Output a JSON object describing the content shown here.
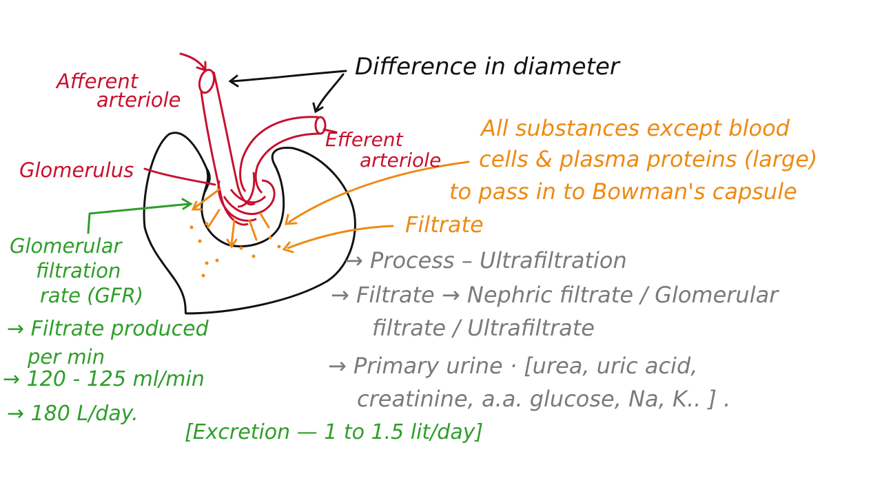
{
  "labels": {
    "difference_in_diameter": "Difference in diameter",
    "afferent_line1": "Afferent",
    "afferent_line2": "arteriole",
    "efferent_line1": "Efferent",
    "efferent_line2": "arteriole",
    "glomerulus": "Glomerulus",
    "all_substances_line1": "All substances except blood",
    "all_substances_line2": "cells & plasma proteins (large)",
    "all_substances_line3": "to pass in to Bowman's capsule",
    "filtrate": "Filtrate",
    "gfr_line1": "Glomerular",
    "gfr_line2": "filtration",
    "gfr_line3": "rate (GFR)",
    "filtrate_produced_line1": "→ Filtrate produced",
    "filtrate_produced_line2": "per min",
    "rate_per_min": "→ 120 - 125 ml/min",
    "rate_per_day": "→ 180 L/day.",
    "excretion": "[Excretion — 1 to 1.5 lit/day]",
    "process": "→ Process – Ultrafiltration",
    "filtrate_names_line1": "→ Filtrate → Nephric filtrate / Glomerular",
    "filtrate_names_line2": "filtrate / Ultrafiltrate",
    "primary_urine_line1": "→ Primary urine · [urea, uric acid,",
    "primary_urine_line2": "creatinine, a.a. glucose, Na, K.. ] ."
  },
  "colors": {
    "red": "#c8102e",
    "black": "#111111",
    "orange": "#ee8a12",
    "green": "#2e9e2a",
    "gray": "#7a7a7a"
  }
}
